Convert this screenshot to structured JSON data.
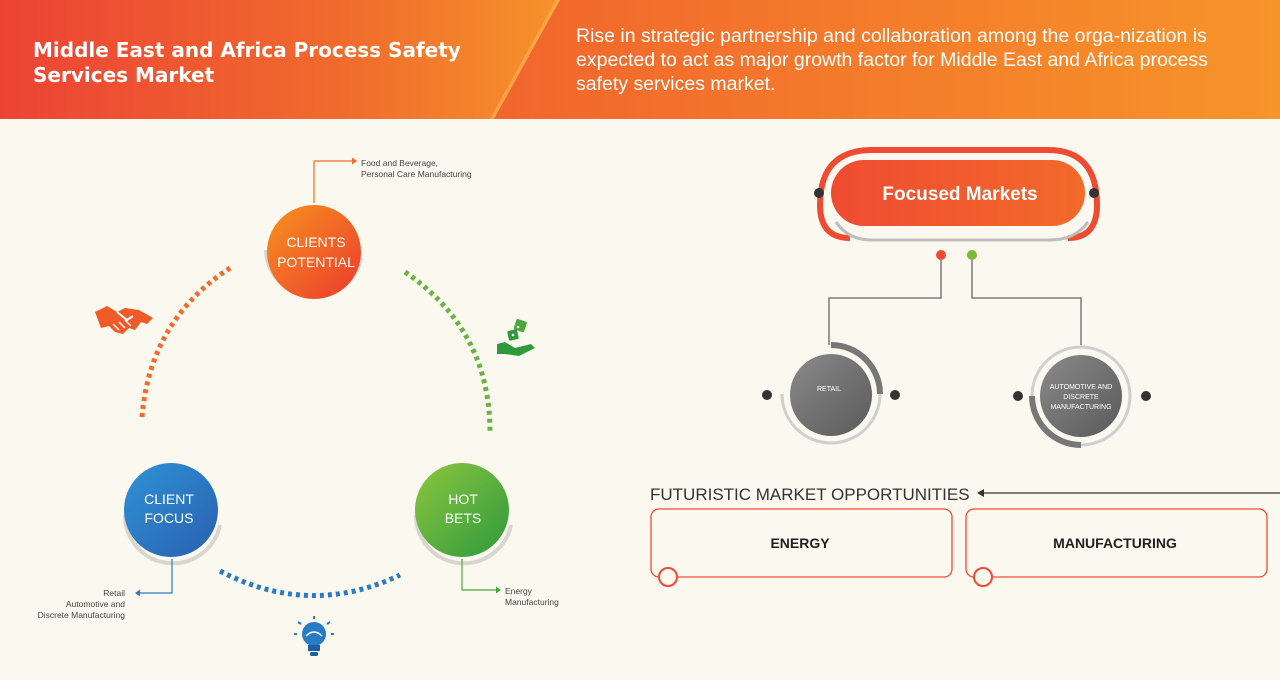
{
  "header": {
    "title": "Middle East and Africa Process Safety Services Market",
    "subtitle": "Rise in strategic partnership and collaboration among the orga-nization is expected to act as major growth factor for Middle East and Africa process safety services market."
  },
  "cycle": {
    "clients_potential": {
      "line1": "CLIENTS",
      "line2": "POTENTIAL",
      "note_line1": "Food and Beverage,",
      "note_line2": "Personal Care Manufacturing"
    },
    "client_focus": {
      "line1": "CLIENT",
      "line2": "FOCUS",
      "note_line1": "Retail",
      "note_line2": "Automotive and",
      "note_line3": "Discrete Manufacturing"
    },
    "hot_bets": {
      "line1": "HOT",
      "line2": "BETS",
      "note_line1": "Energy",
      "note_line2": "Manufacturing"
    },
    "icons": [
      "handshake-icon",
      "money-hand-icon",
      "lightbulb-icon"
    ]
  },
  "focused": {
    "title": "Focused Markets",
    "retail": "RETAIL",
    "automotive_line1": "AUTOMOTIVE AND",
    "automotive_line2": "DISCRETE",
    "automotive_line3": "MANUFACTURING"
  },
  "futuristic": {
    "title": "FUTURISTIC MARKET OPPORTUNITIES",
    "boxes": [
      "ENERGY",
      "MANUFACTURING"
    ]
  },
  "colors": {
    "orange": "#f05a28",
    "blue": "#2a74c0",
    "green": "#4aa83a",
    "grey": "#6e6e6e"
  }
}
